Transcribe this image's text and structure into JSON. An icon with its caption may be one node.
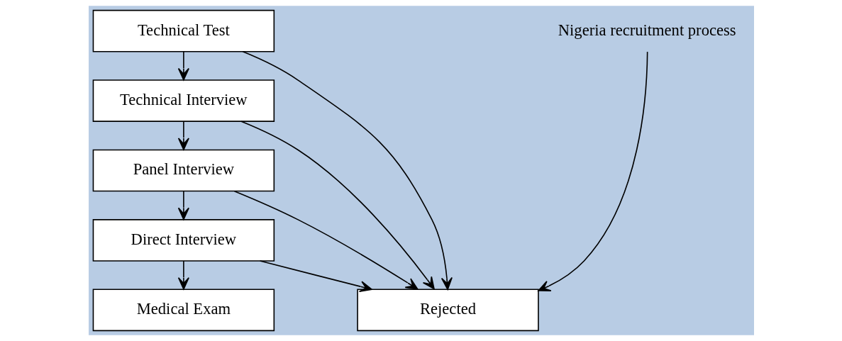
{
  "diagram": {
    "nodes": [
      {
        "text": [
          "Technical Test"
        ]
      },
      {
        "text": [
          "Technical Interview"
        ]
      },
      {
        "text": [
          "Panel Interview"
        ]
      },
      {
        "text": [
          "Direct Interview"
        ]
      },
      {
        "text": [
          "Medical Exam"
        ]
      },
      {
        "text": [
          "Rejected"
        ]
      },
      {
        "text": [
          "Nigeria recruitment process"
        ]
      }
    ],
    "edges": [
      {
        "from": 0,
        "to": 1,
        "arrow": "to"
      },
      {
        "from": 1,
        "to": 2,
        "arrow": "to"
      },
      {
        "from": 2,
        "to": 3,
        "arrow": "to"
      },
      {
        "from": 3,
        "to": 4,
        "arrow": "to"
      },
      {
        "from": 6,
        "to": 5,
        "arrow": "to"
      },
      {
        "from": 0,
        "to": 5,
        "arrow": "to"
      },
      {
        "from": 1,
        "to": 5,
        "arrow": "to"
      },
      {
        "from": 2,
        "to": 5,
        "arrow": "to"
      },
      {
        "from": 3,
        "to": 5,
        "arrow": "to"
      }
    ]
  }
}
